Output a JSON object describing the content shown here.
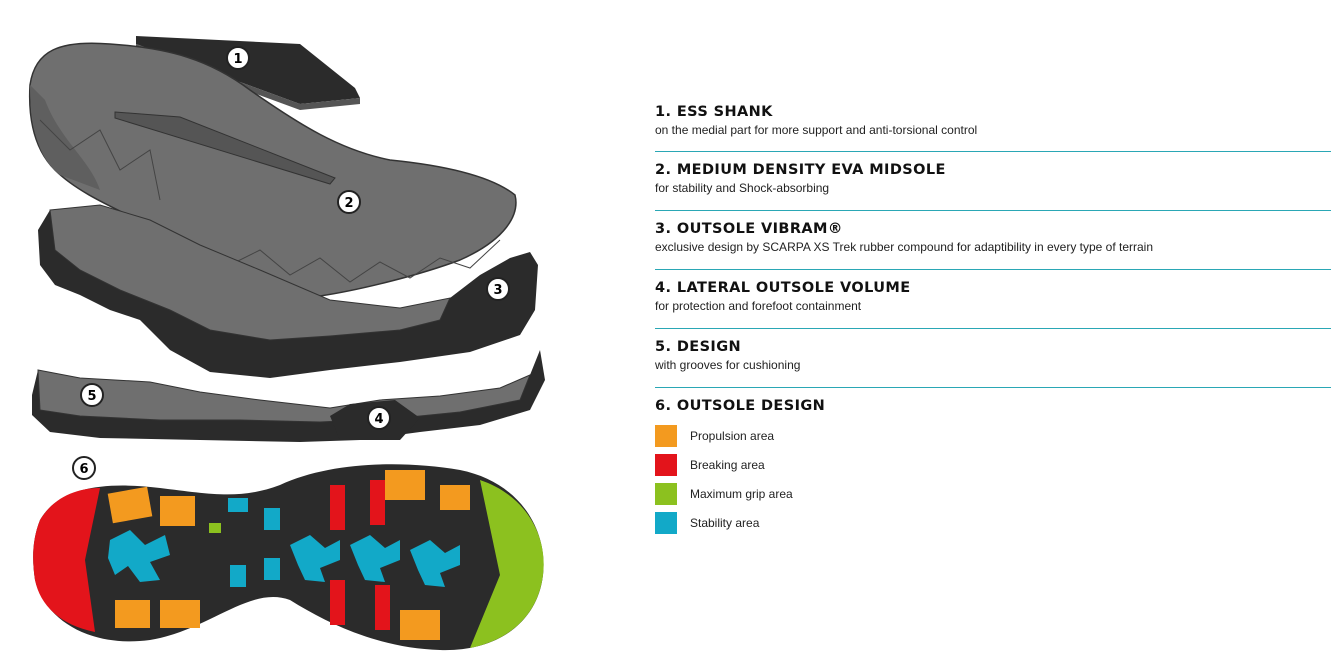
{
  "features": [
    {
      "title": "1. ESS SHANK",
      "desc": "on the medial part for more support and anti-torsional control"
    },
    {
      "title": "2. MEDIUM DENSITY EVA MIDSOLE",
      "desc": "for stability and Shock-absorbing"
    },
    {
      "title": "3. OUTSOLE VIBRAM®",
      "desc": "exclusive design by SCARPA XS Trek rubber compound for adaptibility in every type of terrain"
    },
    {
      "title": "4. LATERAL OUTSOLE VOLUME",
      "desc": "for protection and forefoot containment"
    },
    {
      "title": "5. DESIGN",
      "desc": "with grooves for cushioning"
    }
  ],
  "outsole_design": {
    "title": "6. OUTSOLE DESIGN",
    "areas": [
      {
        "label": "Propulsion area",
        "color": "#f39a1f"
      },
      {
        "label": "Breaking area",
        "color": "#e3141b"
      },
      {
        "label": "Maximum grip area",
        "color": "#8cc11f"
      },
      {
        "label": "Stability area",
        "color": "#12a9c8"
      }
    ]
  },
  "badges": [
    "1",
    "2",
    "3",
    "4",
    "5",
    "6"
  ],
  "colors": {
    "sole_gray": "#6f6f6f",
    "rubber_dark": "#2b2b2b",
    "divider": "#2aa7b5"
  }
}
